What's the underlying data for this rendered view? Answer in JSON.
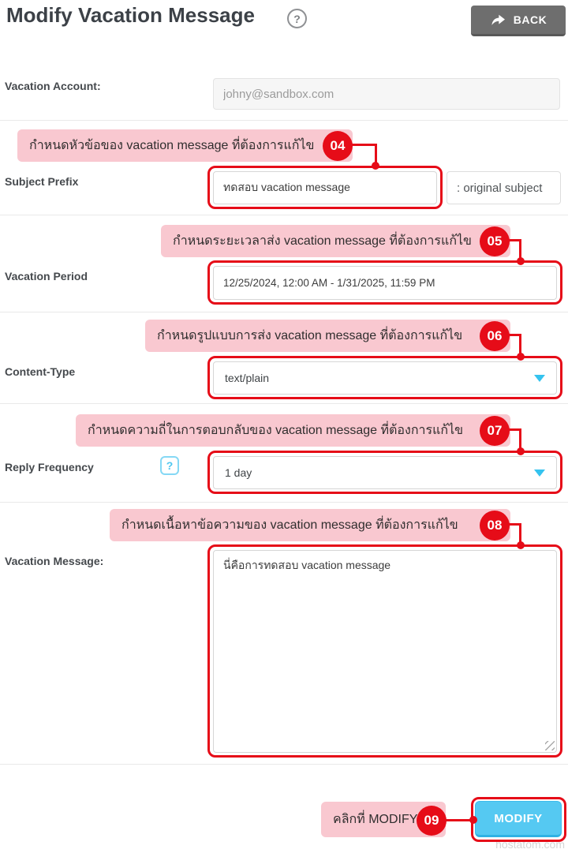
{
  "header": {
    "title": "Modify Vacation Message",
    "help_icon": "?",
    "back": {
      "label": "BACK"
    }
  },
  "fields": {
    "account": {
      "label": "Vacation Account:",
      "value": "johny@sandbox.com"
    },
    "subject": {
      "label": "Subject Prefix",
      "value": "ทดสอบ vacation message",
      "addon": ": original subject"
    },
    "period": {
      "label": "Vacation Period",
      "value": "12/25/2024, 12:00 AM - 1/31/2025, 11:59 PM"
    },
    "content_type": {
      "label": "Content-Type",
      "value": "text/plain"
    },
    "reply_frequency": {
      "label": "Reply Frequency",
      "help_icon": "?",
      "value": "1 day"
    },
    "message": {
      "label": "Vacation Message:",
      "value": "นี่คือการทดสอบ vacation message"
    }
  },
  "actions": {
    "modify": "MODIFY"
  },
  "annotations": [
    {
      "step": "04",
      "text": "กำหนดหัวข้อของ vacation message ที่ต้องการแก้ไข"
    },
    {
      "step": "05",
      "text": "กำหนดระยะเวลาส่ง vacation message ที่ต้องการแก้ไข"
    },
    {
      "step": "06",
      "text": "กำหนดรูปแบบการส่ง vacation message ที่ต้องการแก้ไข"
    },
    {
      "step": "07",
      "text": "กำหนดความถี่ในการตอบกลับของ vacation message ที่ต้องการแก้ไข"
    },
    {
      "step": "08",
      "text": "กำหนดเนื้อหาข้อความของ vacation message ที่ต้องการแก้ไข"
    },
    {
      "step": "09",
      "text": "คลิกที่ MODIFY"
    }
  ],
  "watermark": "hostatom.com",
  "colors": {
    "annotation_red": "#e60c18",
    "annotation_pink": "#f9c8d0",
    "primary_cyan": "#55c9f2",
    "back_gray": "#6e6e6e"
  }
}
